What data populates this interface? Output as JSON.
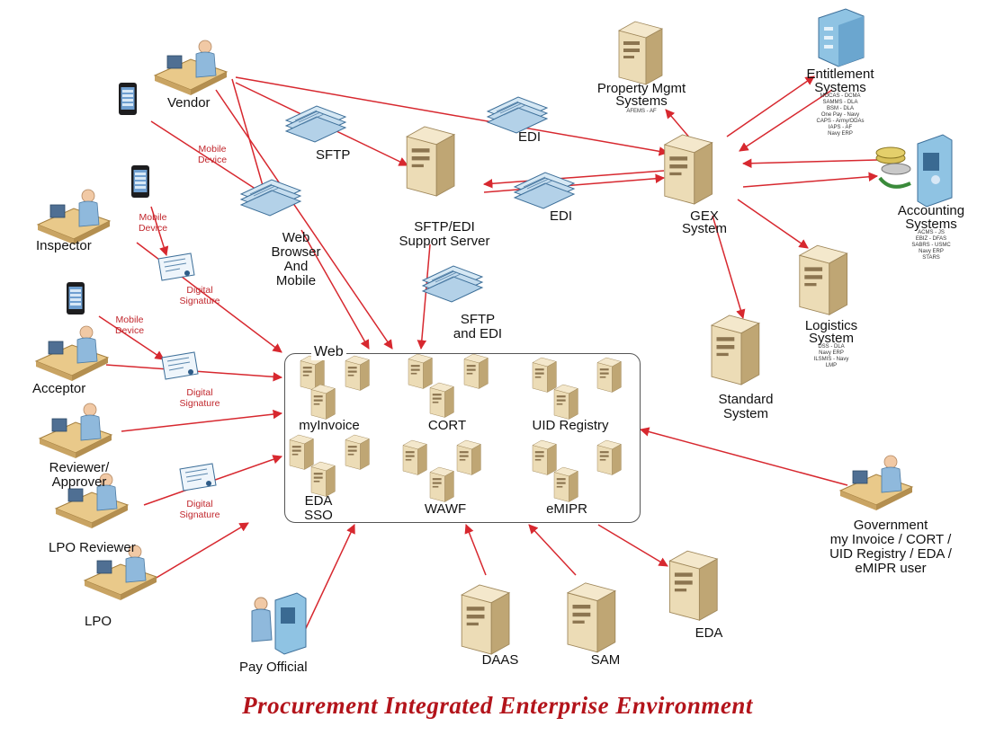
{
  "caption": "Procurement Integrated Enterprise Environment",
  "web": {
    "title": "Web",
    "apps": [
      "myInvoice",
      "CORT",
      "UID Registry",
      "EDA",
      "SSO",
      "WAWF",
      "eMIPR"
    ]
  },
  "actors": {
    "vendor": "Vendor",
    "inspector": "Inspector",
    "acceptor": "Acceptor",
    "reviewer_1": "Reviewer/",
    "reviewer_2": "Approver",
    "lpo_reviewer": "LPO Reviewer",
    "lpo": "LPO",
    "pay_official": "Pay Official",
    "government_1": "Government",
    "government_2": "my Invoice / CORT /",
    "government_3": "UID Registry / EDA /",
    "government_4": "eMIPR user"
  },
  "edge_labels": {
    "mobile_device_1a": "Mobile",
    "mobile_device_1b": "Device",
    "mobile_device_2a": "Mobile",
    "mobile_device_2b": "Device",
    "mobile_device_3a": "Mobile",
    "mobile_device_3b": "Device",
    "digital_signature_1a": "Digital",
    "digital_signature_1b": "Signature",
    "digital_signature_2a": "Digital",
    "digital_signature_2b": "Signature",
    "digital_signature_3a": "Digital",
    "digital_signature_3b": "Signature"
  },
  "documents": {
    "sftp": "SFTP",
    "edi_top": "EDI",
    "edi_mid": "EDI",
    "web_mobile_1": "Web",
    "web_mobile_2": "Browser",
    "web_mobile_3": "And",
    "web_mobile_4": "Mobile",
    "sftp_edi_1": "SFTP",
    "sftp_edi_2": "and EDI"
  },
  "systems": {
    "support_server_1": "SFTP/EDI",
    "support_server_2": "Support Server",
    "gex_1": "GEX",
    "gex_2": "System",
    "property_1": "Property Mgmt",
    "property_2": "Systems",
    "property_sub": "AFEMS - AF",
    "entitlement_1": "Entitlement",
    "entitlement_2": "Systems",
    "entitlement_sub": "MOCAS - DCMA\nSAMMS - DLA\nBSM - DLA\nOne Pay - Navy\nCAPS - Army/ODAs\nIAPS - AF\nNavy ERP",
    "accounting_1": "Accounting",
    "accounting_2": "Systems",
    "accounting_sub": "ACMS - JS\nEBIZ - DFAS\nSABRS - USMC\nNavy ERP\nSTARS",
    "logistics_1": "Logistics",
    "logistics_2": "System",
    "logistics_sub": "DSS - DLA\nNavy ERP\nILSMIS - Navy\nLMP",
    "standard_1": "Standard",
    "standard_2": "System",
    "daas": "DAAS",
    "sam": "SAM",
    "eda": "EDA"
  },
  "colors": {
    "arrow": "#d7282f",
    "server": "#e3d2a8",
    "server_dark": "#b89e6b",
    "person_shirt": "#8fb9dc",
    "document": "#b9d6ea",
    "caption": "#b3141b"
  },
  "icons": [
    "vendor-person-icon",
    "mobile-phone-icon",
    "inspector-person-icon",
    "acceptor-person-icon",
    "reviewer-person-icon",
    "lpo-reviewer-person-icon",
    "lpo-person-icon",
    "pay-official-atm-icon",
    "government-person-icon",
    "server-tower-icon",
    "document-stack-icon",
    "digital-certificate-icon",
    "building-icon",
    "coins-icon"
  ]
}
